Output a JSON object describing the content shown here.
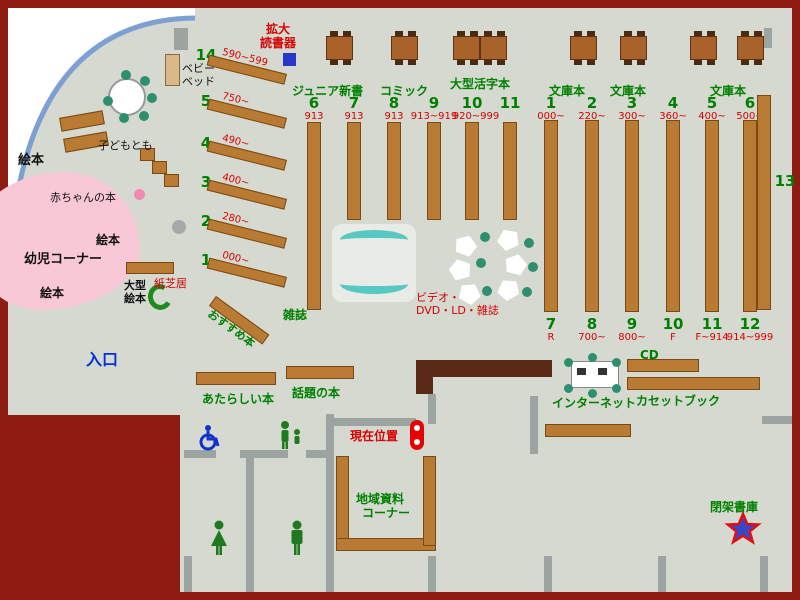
{
  "device": {
    "line1": "拡大",
    "line2": "読書器"
  },
  "entrance": {
    "label": "入口"
  },
  "sections": {
    "junior": "ジュニア新書",
    "comic": "コミック",
    "large_print": "大型活字本",
    "bunko1": "文庫本",
    "bunko2": "文庫本",
    "bunko3": "文庫本"
  },
  "top_shelves": [
    {
      "n": "6",
      "r": "913"
    },
    {
      "n": "7",
      "r": "913"
    },
    {
      "n": "8",
      "r": "913"
    },
    {
      "n": "9",
      "r": "913~919"
    },
    {
      "n": "10",
      "r": "920~999"
    },
    {
      "n": "11",
      "r": ""
    },
    {
      "n": "1",
      "r": "000~"
    },
    {
      "n": "2",
      "r": "220~"
    },
    {
      "n": "3",
      "r": "300~"
    },
    {
      "n": "4",
      "r": "360~"
    },
    {
      "n": "5",
      "r": "400~"
    },
    {
      "n": "6",
      "r": "500~"
    }
  ],
  "bottom_shelves": [
    {
      "n": "7",
      "r": "R"
    },
    {
      "n": "8",
      "r": "700~"
    },
    {
      "n": "9",
      "r": "800~"
    },
    {
      "n": "10",
      "r": "F"
    },
    {
      "n": "11",
      "r": "F~914"
    },
    {
      "n": "12",
      "r": "914~999"
    }
  ],
  "side_shelves": [
    {
      "n": "14",
      "r": "590~599"
    },
    {
      "n": "5",
      "r": "750~"
    },
    {
      "n": "4",
      "r": "490~"
    },
    {
      "n": "3",
      "r": "400~"
    },
    {
      "n": "2",
      "r": "280~"
    },
    {
      "n": "1",
      "r": "000~"
    }
  ],
  "shelf13": {
    "label": "13"
  },
  "kids": {
    "ehon_top": "絵本",
    "ehon_mid": "絵本",
    "ehon_bottom": "絵本",
    "kodomo": "子どもとも",
    "baby_books": "赤ちゃんの本",
    "toddler_corner": "幼児コーナー",
    "baby_bed1": "ベビー",
    "baby_bed2": "ベッド",
    "large_ehon1": "大型",
    "large_ehon2": "絵本",
    "kamishibai": "紙芝居",
    "recommend": "おすすめ本"
  },
  "areas": {
    "magazines": "雑誌",
    "video1": "ビデオ・",
    "video2": "DVD・LD・雑誌",
    "new_books": "あたらしい本",
    "topic_books": "話題の本",
    "cd": "CD",
    "internet": "インターネット",
    "cassette": "カセットブック",
    "current_pos": "現在位置",
    "local1": "地域資料",
    "local2": "コーナー",
    "closed_stacks": "閉架書庫"
  }
}
